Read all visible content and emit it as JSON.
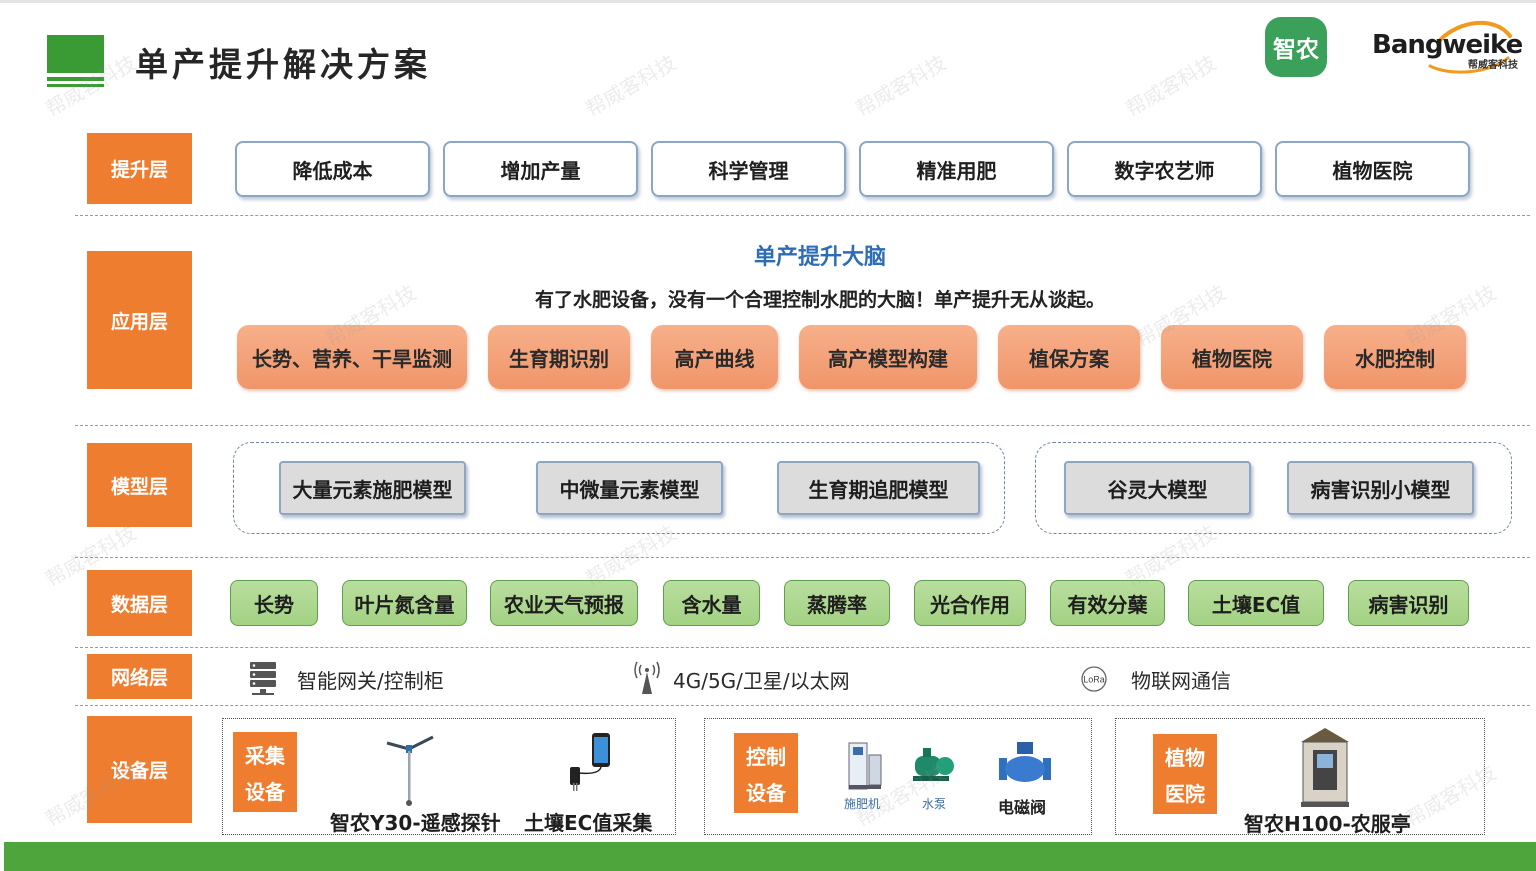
{
  "page_title": "单产提升解决方案",
  "logos": {
    "zhinong": "智农",
    "bangweike": "Bangweike",
    "bangweike_sub": "帮威客科技"
  },
  "watermark": "帮威客科技",
  "layers": [
    "提升层",
    "应用层",
    "模型层",
    "数据层",
    "网络层",
    "设备层"
  ],
  "outcomes": [
    "降低成本",
    "增加产量",
    "科学管理",
    "精准用肥",
    "数字农艺师",
    "植物医院"
  ],
  "brain": {
    "title": "单产提升大脑",
    "subtitle": "有了水肥设备，没有一个合理控制水肥的大脑！单产提升无从谈起。",
    "apps": [
      "长势、营养、干旱监测",
      "生育期识别",
      "高产曲线",
      "高产模型构建",
      "植保方案",
      "植物医院",
      "水肥控制"
    ]
  },
  "models": {
    "group1": [
      "大量元素施肥模型",
      "中微量元素模型",
      "生育期追肥模型"
    ],
    "group2": [
      "谷灵大模型",
      "病害识别小模型"
    ]
  },
  "data_items": [
    "长势",
    "叶片氮含量",
    "农业天气预报",
    "含水量",
    "蒸腾率",
    "光合作用",
    "有效分蘖",
    "土壤EC值",
    "病害识别"
  ],
  "network": [
    {
      "icon": "server-rack-icon",
      "label": "智能网关/控制柜"
    },
    {
      "icon": "antenna-icon",
      "label": "4G/5G/卫星/以太网"
    },
    {
      "icon": "lora-icon",
      "label": "物联网通信",
      "icon_text": "LoRa"
    }
  ],
  "devices": {
    "collect": {
      "tag": [
        "采集",
        "设备"
      ],
      "items": [
        "智农Y30-遥感探针",
        "土壤EC值采集"
      ]
    },
    "control": {
      "tag": [
        "控制",
        "设备"
      ],
      "items": [
        "施肥机",
        "水泵",
        "电磁阀"
      ]
    },
    "clinic": {
      "tag": [
        "植物",
        "医院"
      ],
      "items": [
        "智农H100-农服亭"
      ]
    }
  },
  "colors": {
    "green": "#4ea53b",
    "orange": "#ef7d30",
    "blue_title": "#2e6db4",
    "salmon": "#f0956a",
    "light_green": "#a3d283"
  }
}
